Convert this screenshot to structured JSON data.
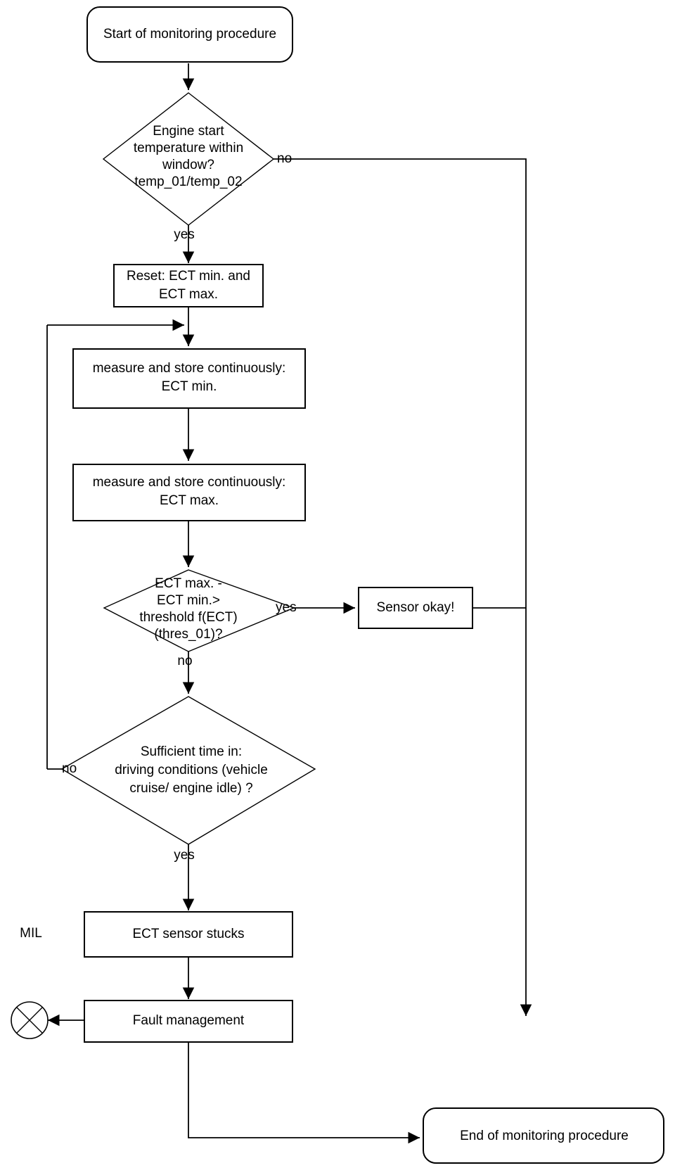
{
  "diagram": {
    "title": "ECT sensor stuck monitoring procedure flowchart",
    "type": "flowchart",
    "stroke_color": "#000000",
    "fill_color": "#ffffff",
    "nodes": {
      "start": {
        "shape": "rounded-terminator",
        "label": "Start of monitoring procedure"
      },
      "decision_temp_window": {
        "shape": "diamond",
        "line1": "Engine start",
        "line2": "temperature within",
        "line3": "window?",
        "line4": "temp_01/temp_02"
      },
      "reset_box": {
        "shape": "process",
        "line1": "Reset: ECT min. and",
        "line2": "ECT max."
      },
      "measure_min": {
        "shape": "process",
        "line1": "measure and store continuously:",
        "line2": "ECT min."
      },
      "measure_max": {
        "shape": "process",
        "line1": "measure and store continuously:",
        "line2": "ECT max."
      },
      "decision_threshold": {
        "shape": "diamond",
        "line1": "ECT max. -",
        "line2": "ECT min.>",
        "line3": "threshold f(ECT)",
        "line4": "(thres_01)?"
      },
      "sensor_okay": {
        "shape": "process",
        "label": "Sensor okay!"
      },
      "decision_sufficient_time": {
        "shape": "diamond",
        "line1": "Sufficient time in:",
        "line2": "driving conditions (vehicle",
        "line3": "cruise/ engine idle) ?"
      },
      "ect_sensor_stucks": {
        "shape": "process",
        "label": "ECT sensor stucks"
      },
      "fault_management": {
        "shape": "process",
        "label": "Fault management"
      },
      "mil_lamp": {
        "shape": "circle-with-cross",
        "label": "MIL"
      },
      "end": {
        "shape": "rounded-terminator",
        "label": "End of monitoring procedure"
      }
    },
    "edge_labels": {
      "temp_window_no": "no",
      "temp_window_yes": "yes",
      "threshold_yes": "yes",
      "threshold_no": "no",
      "sufficient_time_no": "no",
      "sufficient_time_yes": "yes"
    }
  }
}
